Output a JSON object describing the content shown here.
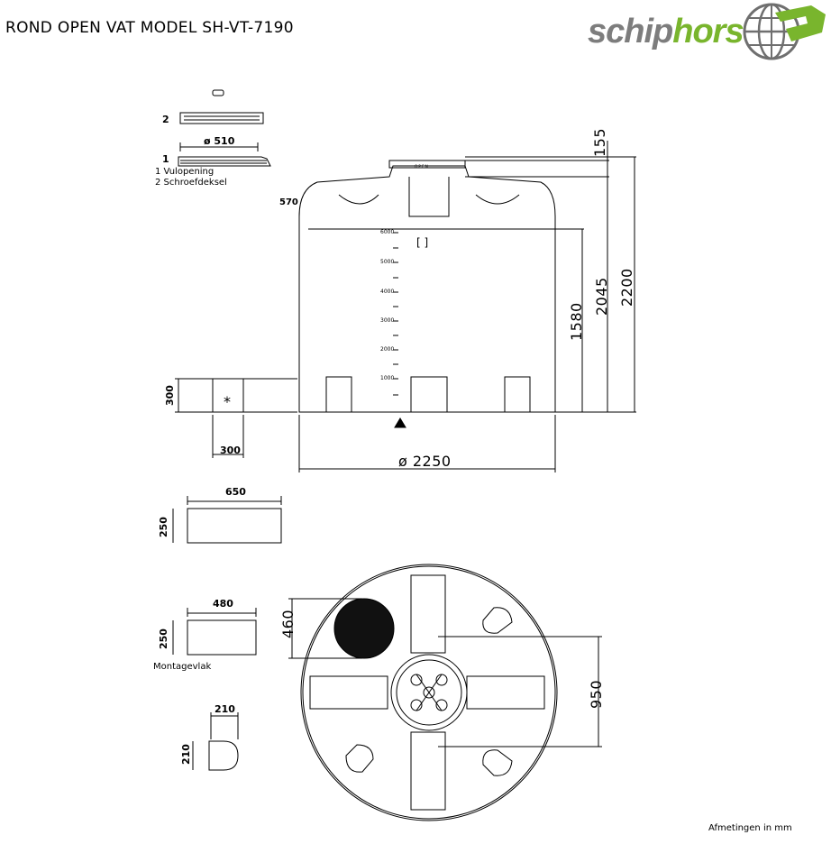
{
  "title": "ROND OPEN VAT MODEL SH-VT-7190",
  "logo": {
    "part1": "schip",
    "part2": "horst",
    "colors": {
      "grey": "#7d7d7d",
      "green": "#79b52d"
    }
  },
  "legend": {
    "item1": "1 Vulopening",
    "item2": "2 Schroefdeksel",
    "num1": "1",
    "num2": "2"
  },
  "dims": {
    "lid_diameter": "ø 510",
    "label_570": "570",
    "d155": "155",
    "d2045": "2045",
    "d2200": "2200",
    "d1580": "1580",
    "d300_h": "300",
    "d300_w": "300",
    "tank_diameter": "ø  2250",
    "block1_w": "650",
    "block1_h": "250",
    "block2_w": "480",
    "block2_h": "250",
    "half_w": "210",
    "half_h": "210",
    "d460": "460",
    "d950": "950"
  },
  "scale_ticks": [
    "6000",
    "5000",
    "4000",
    "3000",
    "2000",
    "1000"
  ],
  "montagevlak": "Montagevlak",
  "footer": "Afmetingen in mm",
  "bracket_text": "[    ]",
  "asterisk": "*",
  "top_lid_text": "O P E N"
}
